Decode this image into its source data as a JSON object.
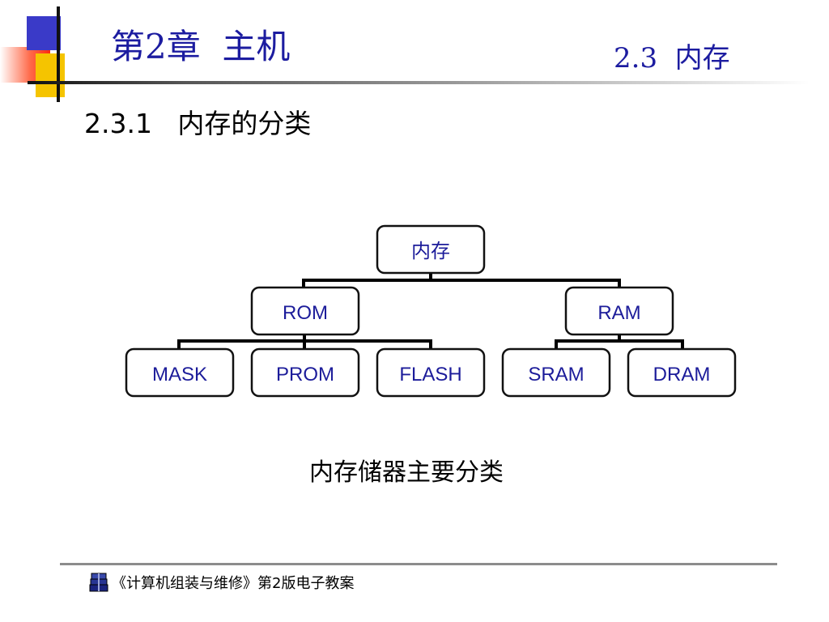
{
  "header": {
    "chapter_title": "第2章  主机",
    "section_title": "2.3  内存"
  },
  "subsection_title": "2.3.1   内存的分类",
  "diagram": {
    "root": "内存",
    "level1": [
      "ROM",
      "RAM"
    ],
    "rom_children": [
      "MASK",
      "PROM",
      "FLASH"
    ],
    "ram_children": [
      "SRAM",
      "DRAM"
    ]
  },
  "caption": "内存储器主要分类",
  "footer": {
    "text": "《计算机组装与维修》第2版电子教案",
    "icon": "book-stack-icon"
  },
  "colors": {
    "title": "#1c1ca0",
    "node_text": "#1c1c9a",
    "accent_blue": "#3a3ac8",
    "accent_yellow": "#f5c400",
    "accent_red": "#ff2a10"
  }
}
